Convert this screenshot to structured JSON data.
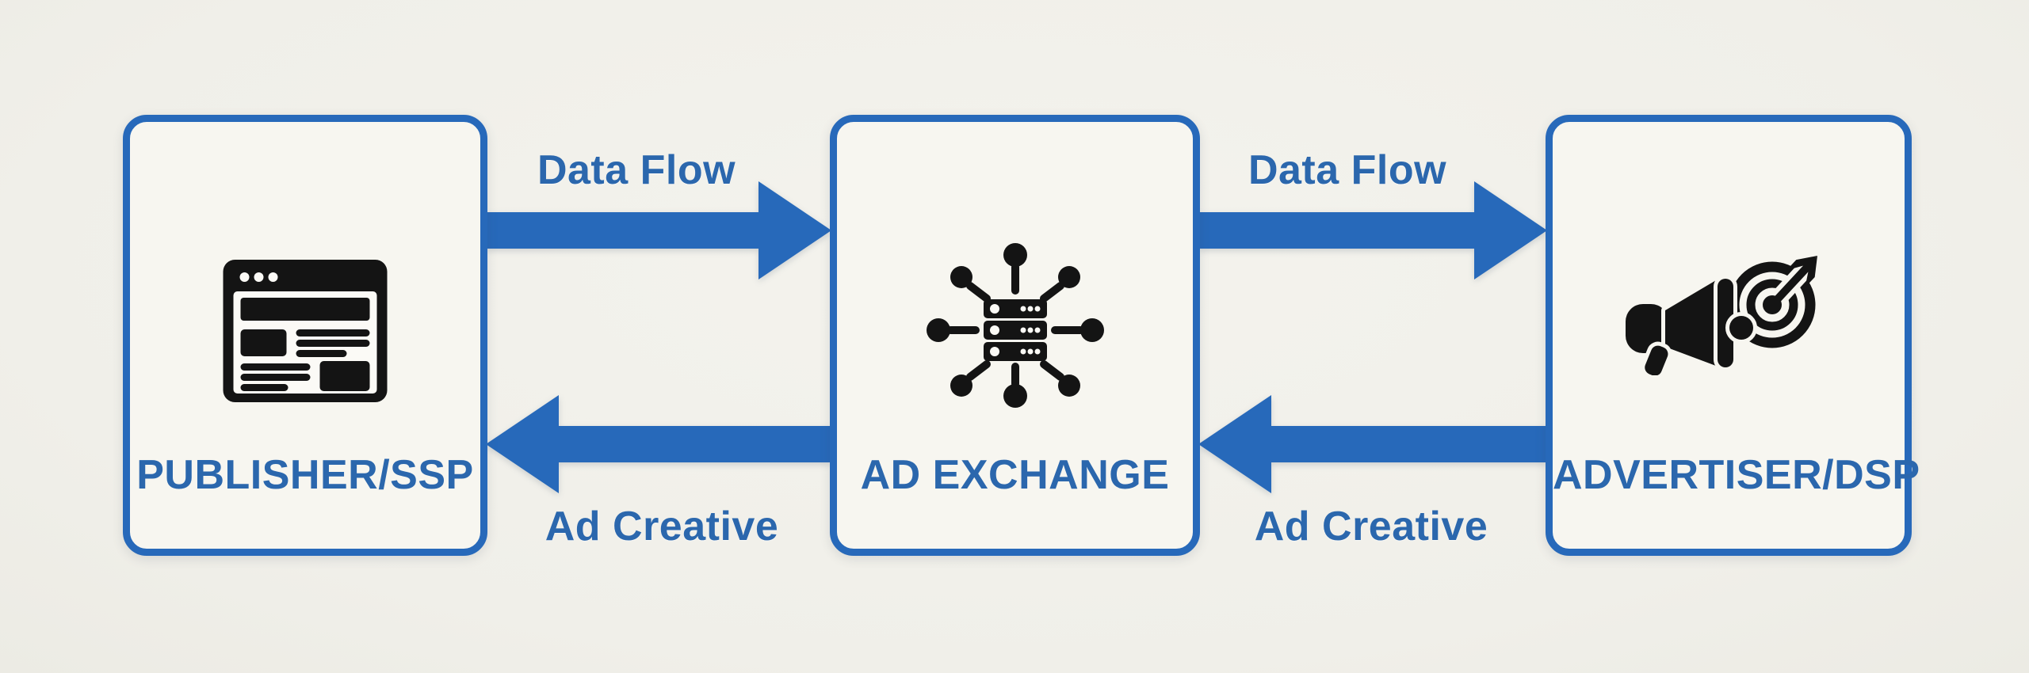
{
  "theme": {
    "bg": "#f0efe9",
    "accent": "#2769ba",
    "label-blue": "#2b67ad",
    "node-fill": "#f7f6f0",
    "icon-black": "#141414"
  },
  "nodes": [
    {
      "id": "publisher-ssp",
      "label": "PUBLISHER/SSP",
      "icon": "browser-window-icon"
    },
    {
      "id": "ad-exchange",
      "label": "AD EXCHANGE",
      "icon": "server-network-icon"
    },
    {
      "id": "advertiser-dsp",
      "label": "ADVERTISER/DSP",
      "icon": "megaphone-target-icon"
    }
  ],
  "arrows": [
    {
      "label": "Data Flow",
      "from": "publisher-ssp",
      "to": "ad-exchange",
      "direction": "right"
    },
    {
      "label": "Data Flow",
      "from": "ad-exchange",
      "to": "advertiser-dsp",
      "direction": "right"
    },
    {
      "label": "Ad Creative",
      "from": "ad-exchange",
      "to": "publisher-ssp",
      "direction": "left"
    },
    {
      "label": "Ad Creative",
      "from": "advertiser-dsp",
      "to": "ad-exchange",
      "direction": "left"
    }
  ]
}
